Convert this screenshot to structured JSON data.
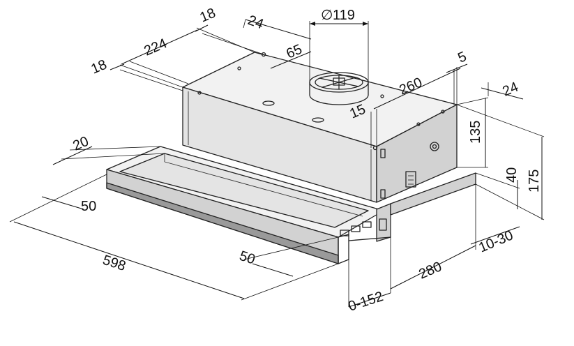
{
  "dimensions": {
    "top_depth_18_left": "18",
    "top_width_224": "224",
    "top_depth_18_right": "18",
    "top_24": "24",
    "outlet_diameter_symbol": "∅",
    "outlet_diameter_value": "119",
    "outlet_offset_65": "65",
    "right_260": "260",
    "right_5": "5",
    "right_24": "24",
    "right_15": "15",
    "height_135": "135",
    "height_175": "175",
    "height_40": "40",
    "front_20": "20",
    "front_50_left": "50",
    "front_50_center": "50",
    "width_598": "598",
    "bottom_0_152": "0-152",
    "bottom_280": "280",
    "bottom_10_30": "10-30"
  }
}
